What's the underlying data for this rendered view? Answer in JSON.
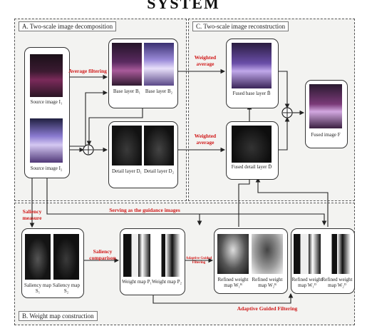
{
  "title_fragment": "SYSTEM",
  "panels": {
    "a_label": "A. Two-scale image decomposition",
    "c_label": "C. Two-scale image reconstruction",
    "b_label": "B. Weight map construction"
  },
  "nodes": {
    "source1": "Source image I₁",
    "source2": "Source image I₂",
    "base1": "Base layer B₁",
    "base2": "Base layer B₂",
    "detail1": "Detail layer D₁",
    "detail2": "Detail layer D₂",
    "fused_base": "Fused base layer B̄",
    "fused_detail": "Fused detail layer D̄",
    "fused_image": "Fused image F",
    "saliency1": "Saliency map S₁",
    "saliency2": "Saliency map S₂",
    "weight1": "Weight map P₁",
    "weight2": "Weight map P₂",
    "refined_b1": "Refined weight map W₁ᴮ",
    "refined_b2": "Refined weight map W₂ᴮ",
    "refined_d1": "Refined weight map W₁ᴰ",
    "refined_d2": "Refined weight map W₂ᴰ"
  },
  "edge_labels": {
    "average_filtering": "Average filtering",
    "weighted_average_1": "Weighted average",
    "weighted_average_2": "Weighted average",
    "saliency_measure": "Saliency measure",
    "serving_guidance": "Serving as the guidance images",
    "saliency_comparison": "Saliency comparison",
    "adaptive_small": "Adaptive Guided Filtering",
    "adaptive_guided": "Adaptive Guided Filtering"
  },
  "colors": {
    "arrow": "#222222",
    "edge_label": "#d01818",
    "panel_border": "#555555"
  }
}
